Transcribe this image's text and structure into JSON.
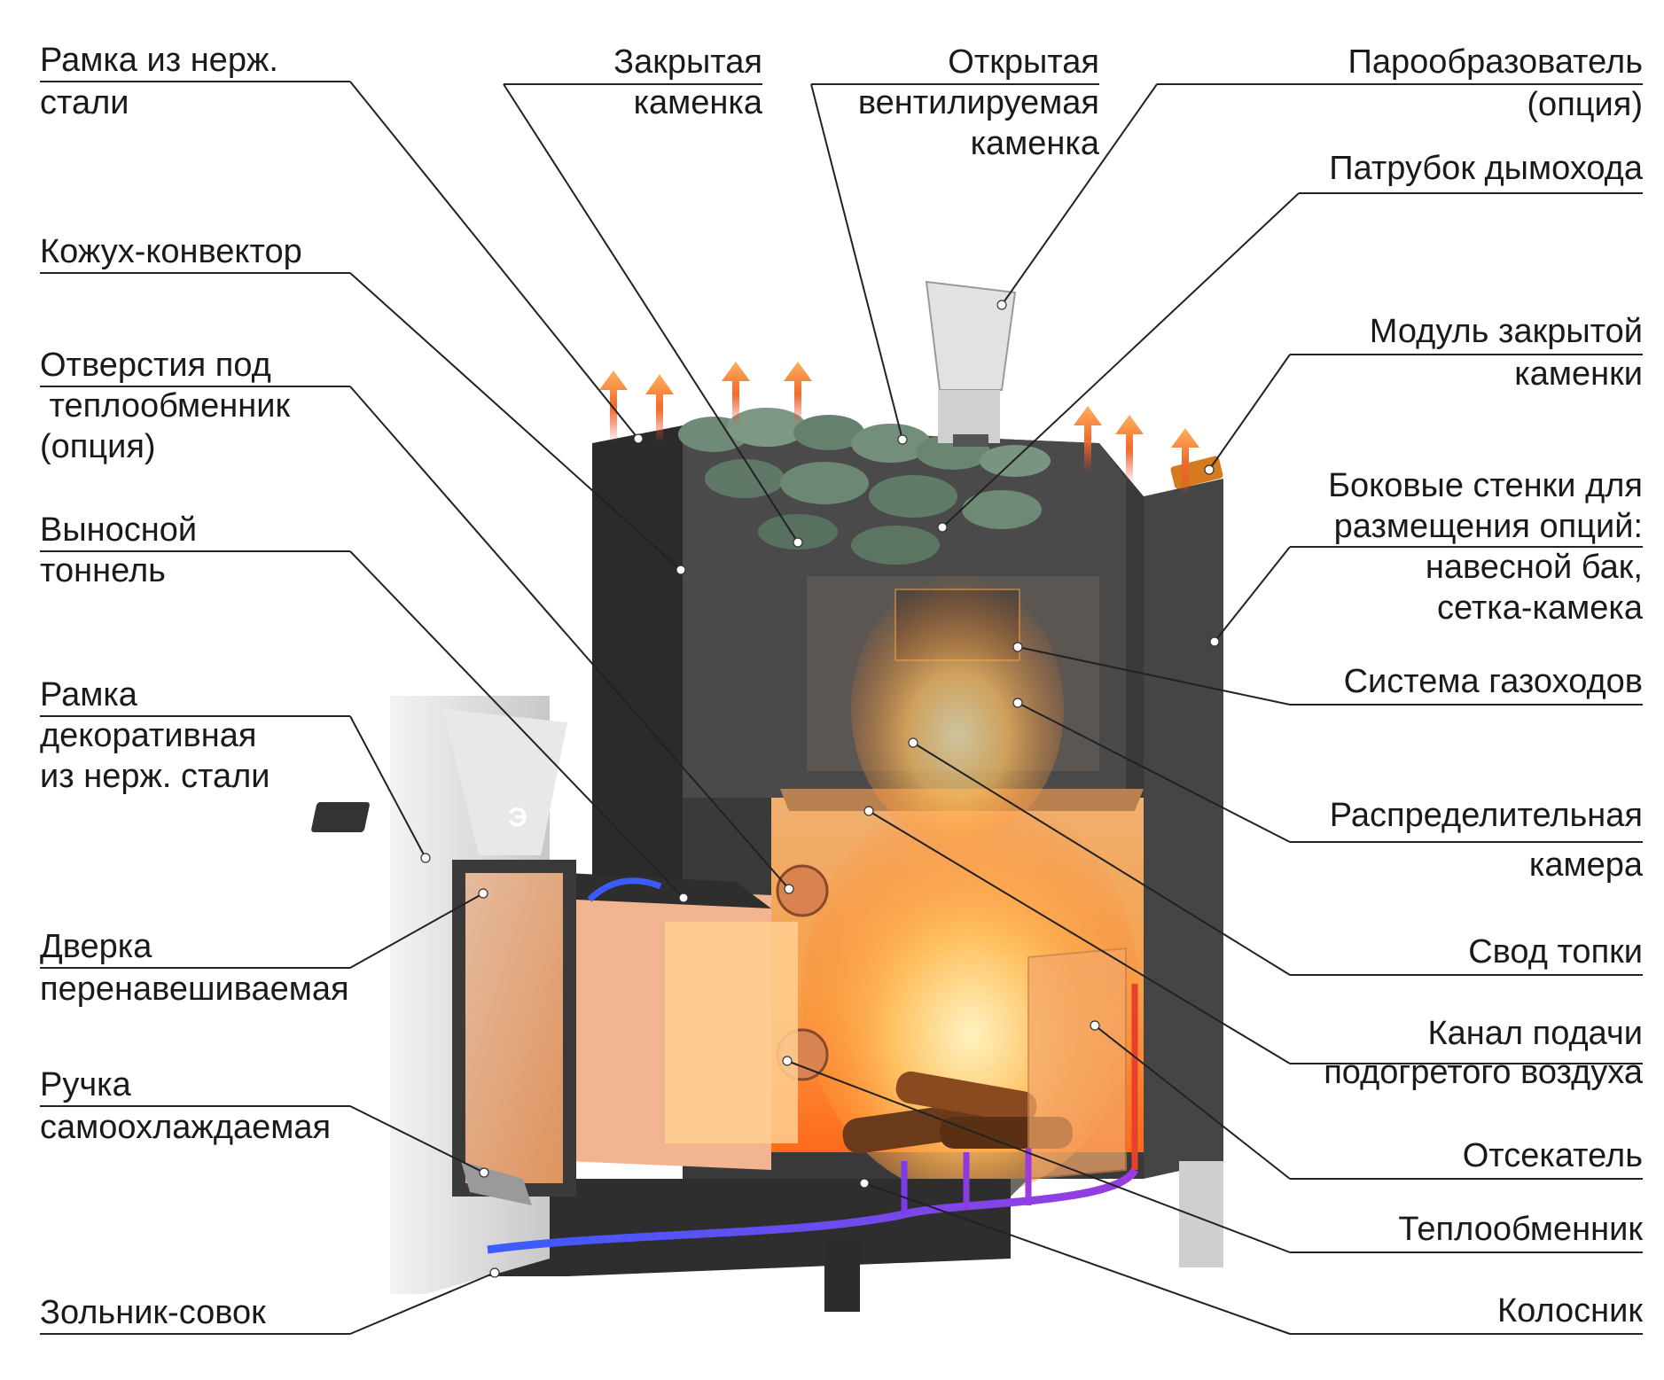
{
  "labels_left": [
    {
      "id": "frame-ss",
      "lines": [
        "Рамка из нерж.",
        "стали"
      ]
    },
    {
      "id": "casing-convector",
      "lines": [
        "Кожух-конвектор"
      ]
    },
    {
      "id": "heat-exchanger-holes",
      "lines": [
        "Отверстия под",
        " теплообменник",
        "(опция)"
      ]
    },
    {
      "id": "remote-tunnel",
      "lines": [
        "Выносной",
        "тоннель"
      ]
    },
    {
      "id": "decor-frame",
      "lines": [
        "Рамка",
        "декоративная",
        "из нерж. стали"
      ]
    },
    {
      "id": "door",
      "lines": [
        "Дверка",
        "перенавешиваемая"
      ]
    },
    {
      "id": "handle",
      "lines": [
        "Ручка",
        "самоохлаждаемая"
      ]
    },
    {
      "id": "ash-pan",
      "lines": [
        "Зольник-совок"
      ]
    }
  ],
  "labels_top": [
    {
      "id": "closed-stones",
      "lines": [
        "Закрытая",
        "каменка"
      ]
    },
    {
      "id": "open-stones",
      "lines": [
        "Открытая",
        "вентилируемая",
        "каменка"
      ]
    }
  ],
  "labels_right": [
    {
      "id": "steam-generator",
      "lines": [
        "Парообразователь",
        "(опция)"
      ]
    },
    {
      "id": "chimney-pipe",
      "lines": [
        "Патрубок дымохода"
      ]
    },
    {
      "id": "closed-stones-module",
      "lines": [
        "Модуль закрытой",
        "каменки"
      ]
    },
    {
      "id": "side-walls",
      "lines": [
        "Боковые стенки для",
        "размещения опций:",
        "навесной  бак,",
        "сетка-камека"
      ]
    },
    {
      "id": "gas-ducts",
      "lines": [
        "Система газоходов"
      ]
    },
    {
      "id": "distribution-chamber",
      "lines": [
        "Распределительная",
        "камера"
      ]
    },
    {
      "id": "firebox-vault",
      "lines": [
        "Свод  топки"
      ]
    },
    {
      "id": "air-channel",
      "lines": [
        "Канал подачи",
        "подогретого воздуха"
      ]
    },
    {
      "id": "cutoff",
      "lines": [
        "Отсекатель"
      ]
    },
    {
      "id": "heat-exchanger",
      "lines": [
        "Теплообменник"
      ]
    },
    {
      "id": "grate",
      "lines": [
        "Колосник"
      ]
    }
  ],
  "logo": {
    "text": "Э"
  },
  "colors": {
    "stove_dark": "#2b2b2b",
    "stove_side": "#3d3d3d",
    "steel_light": "#d9d9d9",
    "fire_orange": "#f28c28",
    "fire_yellow": "#ffd27a",
    "stone_green": "#6f8a78",
    "airflow_blue": "#4a3cf0",
    "heat_red": "#e8402a"
  }
}
